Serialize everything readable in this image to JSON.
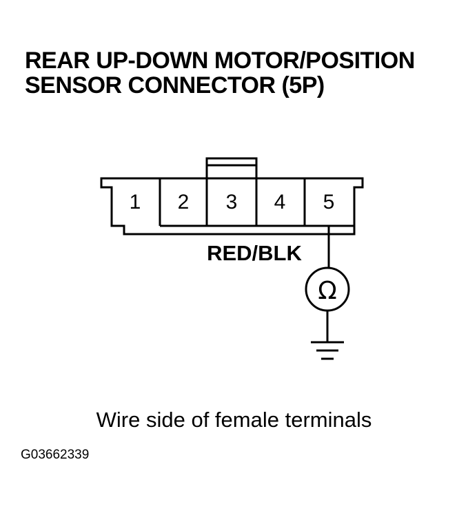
{
  "title": {
    "line1": "REAR UP-DOWN MOTOR/POSITION",
    "line2": "SENSOR CONNECTOR (5P)"
  },
  "connector": {
    "terminals": [
      "1",
      "2",
      "3",
      "4",
      "5"
    ]
  },
  "wire_label": "RED/BLK",
  "meter_symbol": "Ω",
  "caption": "Wire side of female terminals",
  "figure_id": "G03662339"
}
